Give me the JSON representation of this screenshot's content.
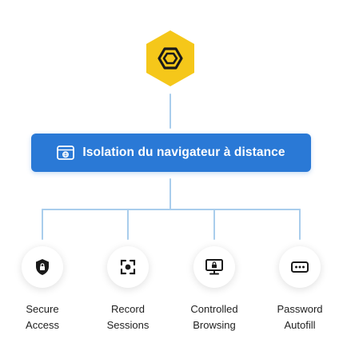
{
  "logo": {
    "icon": "hexagon-logo-icon",
    "color": "#f5c71a"
  },
  "main_box": {
    "icon": "browser-window-icon",
    "label": "Isolation du navigateur à distance",
    "color": "#2a79d6"
  },
  "connector_color": "#a9cdec",
  "features": [
    {
      "icon": "shield-lock-icon",
      "line1": "Secure",
      "line2": "Access"
    },
    {
      "icon": "record-focus-icon",
      "line1": "Record",
      "line2": "Sessions"
    },
    {
      "icon": "monitor-lock-icon",
      "line1": "Controlled",
      "line2": "Browsing"
    },
    {
      "icon": "password-dots-icon",
      "line1": "Password",
      "line2": "Autofill"
    }
  ]
}
